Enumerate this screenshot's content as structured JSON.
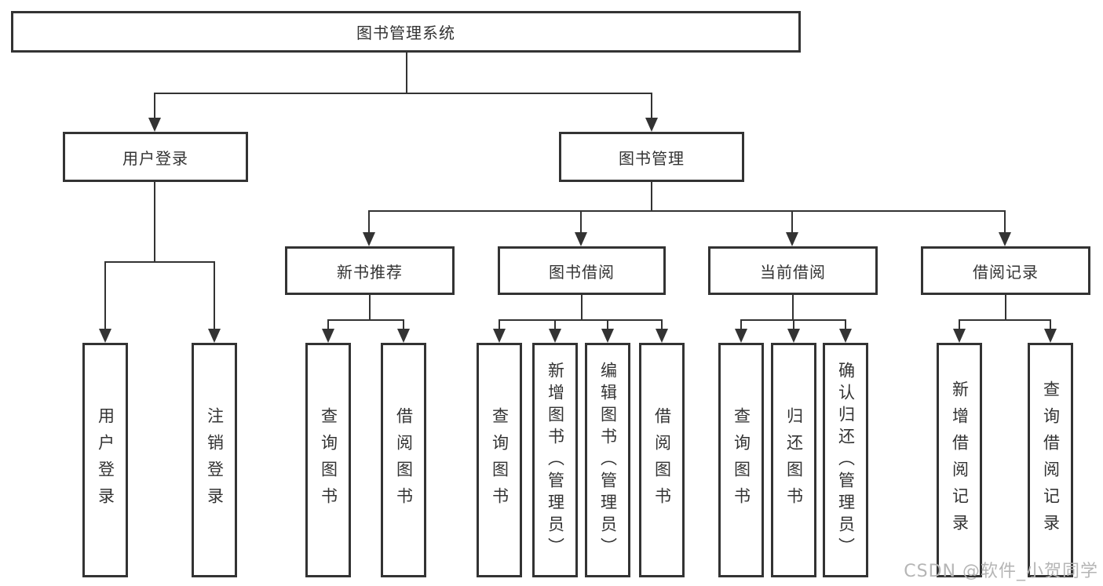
{
  "diagram_type": "hierarchy-chart",
  "tree": {
    "root": {
      "label": "图书管理系统"
    },
    "children": [
      {
        "label": "用户登录",
        "children": [
          {
            "label": "用户登录"
          },
          {
            "label": "注销登录"
          }
        ]
      },
      {
        "label": "图书管理",
        "children": [
          {
            "label": "新书推荐",
            "children": [
              {
                "label": "查询图书"
              },
              {
                "label": "借阅图书"
              }
            ]
          },
          {
            "label": "图书借阅",
            "children": [
              {
                "label": "查询图书"
              },
              {
                "label": "新增图书（管理员）"
              },
              {
                "label": "编辑图书（管理员）"
              },
              {
                "label": "借阅图书"
              }
            ]
          },
          {
            "label": "当前借阅",
            "children": [
              {
                "label": "查询图书"
              },
              {
                "label": "归还图书"
              },
              {
                "label": "确认归还（管理员）"
              }
            ]
          },
          {
            "label": "借阅记录",
            "children": [
              {
                "label": "新增借阅记录"
              },
              {
                "label": "查询借阅记录"
              }
            ]
          }
        ]
      }
    ]
  },
  "watermark": {
    "text": "CSDN @软件_小贺同学"
  },
  "colors": {
    "line": "#333333",
    "border": "#333333",
    "text": "#333333",
    "watermark": "#b5b5b5",
    "background": "#ffffff"
  }
}
